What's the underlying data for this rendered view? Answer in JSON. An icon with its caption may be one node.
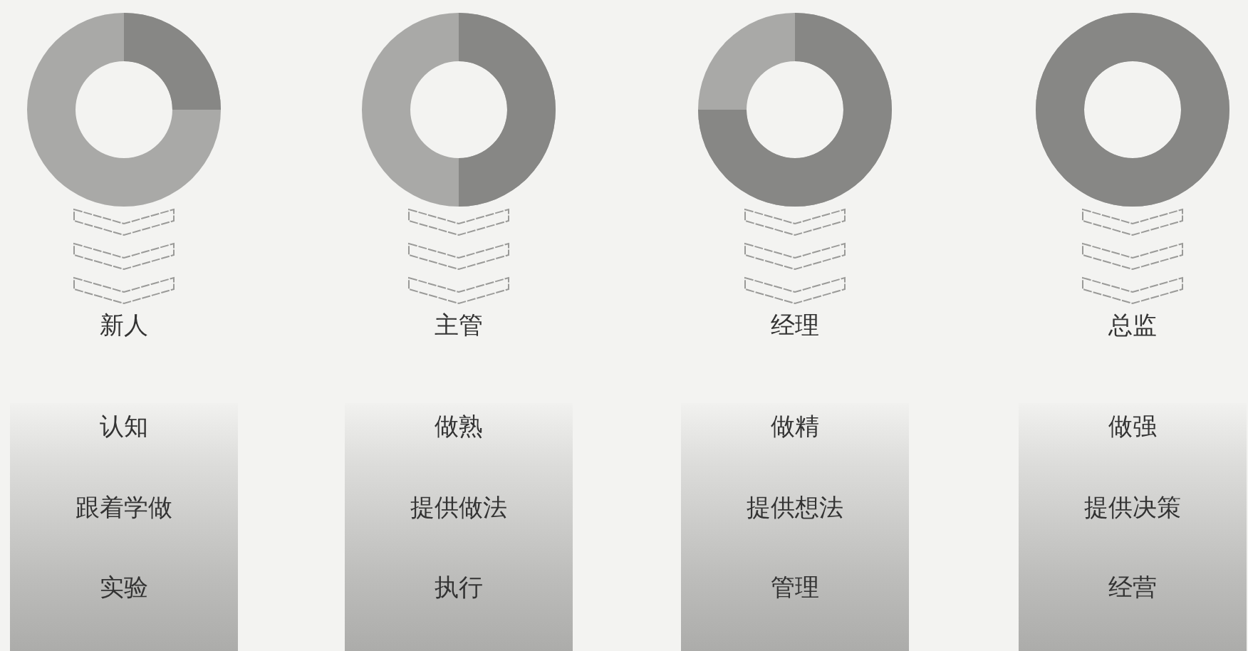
{
  "diagram": {
    "nodes": [
      {
        "text": [],
        "shape": "donut"
      },
      {
        "text": [],
        "shape": "donut"
      },
      {
        "text": [],
        "shape": "donut"
      },
      {
        "text": [],
        "shape": "donut"
      },
      {
        "text": [
          "新人"
        ]
      },
      {
        "text": [
          "主管"
        ]
      },
      {
        "text": [
          "经理"
        ]
      },
      {
        "text": [
          "总监"
        ]
      },
      {
        "text": [
          "认知",
          "跟着学做",
          "实验"
        ]
      },
      {
        "text": [
          "做熟",
          "提供做法",
          "执行"
        ]
      },
      {
        "text": [
          "做精",
          "提供想法",
          "管理"
        ]
      },
      {
        "text": [
          "做强",
          "提供决策",
          "经营"
        ]
      }
    ],
    "edges": [
      {
        "from": 0,
        "to": 4,
        "arrow": "to"
      },
      {
        "from": 1,
        "to": 5,
        "arrow": "to"
      },
      {
        "from": 2,
        "to": 6,
        "arrow": "to"
      },
      {
        "from": 3,
        "to": 7,
        "arrow": "to"
      }
    ]
  }
}
